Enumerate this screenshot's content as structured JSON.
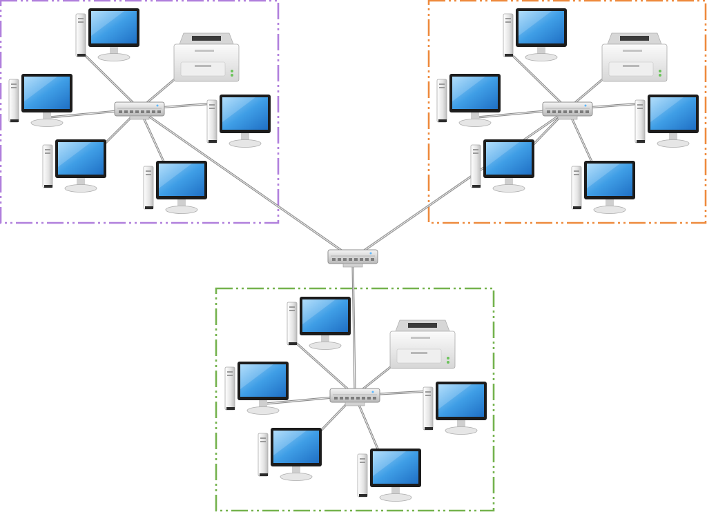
{
  "diagram": {
    "kind": "hierarchical star network topology",
    "colors": {
      "group_purple": "#b07fdc",
      "group_orange": "#ee8a3d",
      "group_green": "#74b24d",
      "cable": "#8d8d8d",
      "screen": "#3f9ee6",
      "device_body": "#e6e6e6"
    },
    "core": {
      "device": "switch-icon"
    },
    "groups": [
      {
        "name": "group-top-left",
        "border_color": "#b07fdc",
        "hub": "switch-icon",
        "nodes": [
          "computer-icon",
          "printer-icon",
          "computer-icon",
          "computer-icon",
          "computer-icon",
          "computer-icon"
        ]
      },
      {
        "name": "group-top-right",
        "border_color": "#ee8a3d",
        "hub": "switch-icon",
        "nodes": [
          "computer-icon",
          "printer-icon",
          "computer-icon",
          "computer-icon",
          "computer-icon",
          "computer-icon"
        ]
      },
      {
        "name": "group-bottom",
        "border_color": "#74b24d",
        "hub": "switch-icon",
        "nodes": [
          "computer-icon",
          "printer-icon",
          "computer-icon",
          "computer-icon",
          "computer-icon",
          "computer-icon"
        ]
      }
    ]
  }
}
